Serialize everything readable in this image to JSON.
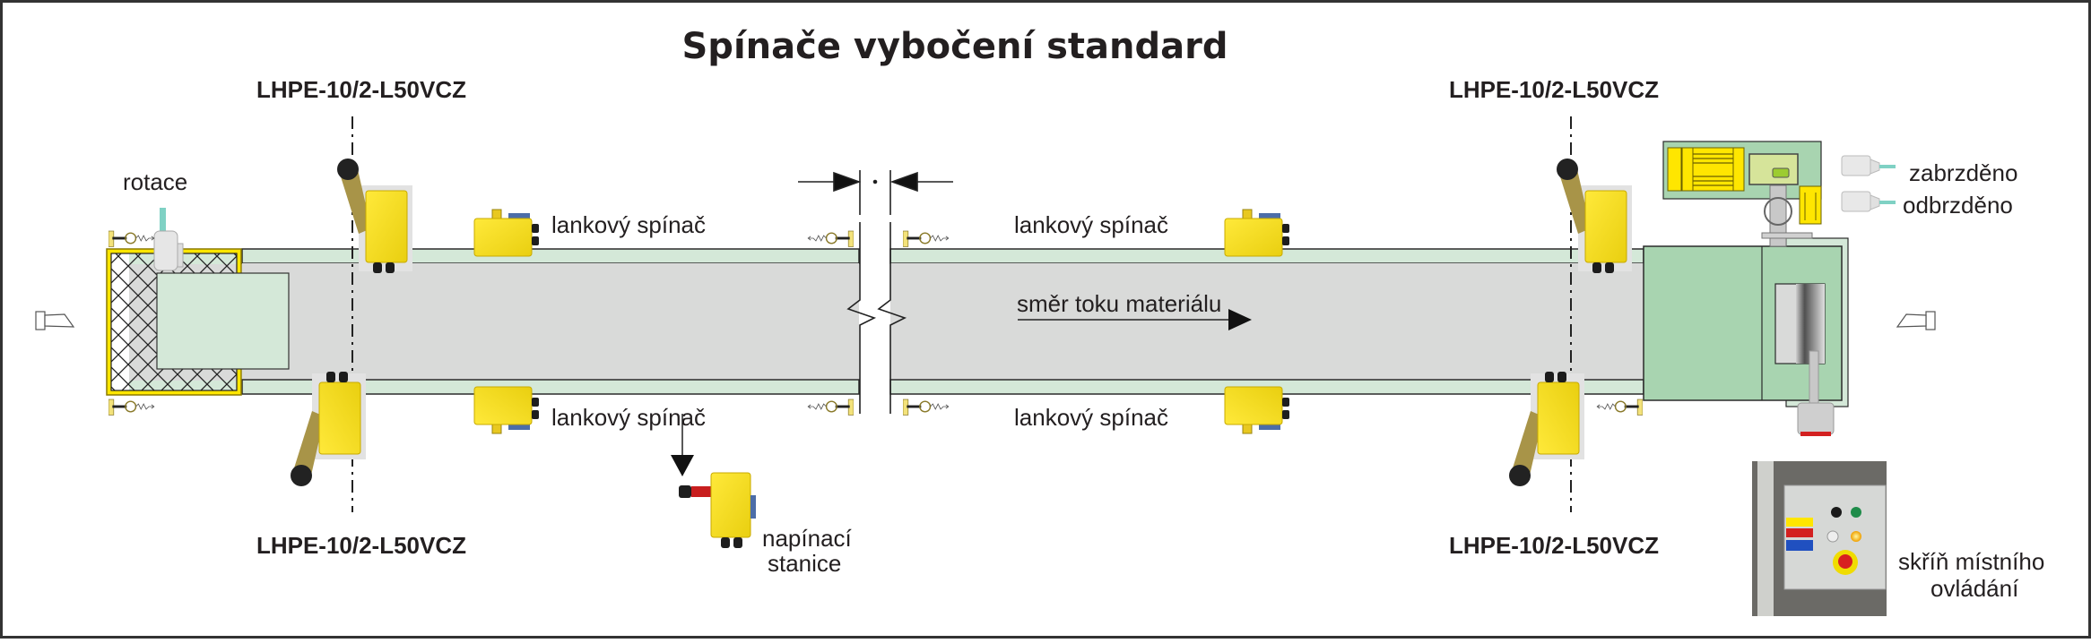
{
  "diagram": {
    "title": "Spínače vybočení standard",
    "labels": {
      "model_top_left": "LHPE-10/2-L50VCZ",
      "model_top_right": "LHPE-10/2-L50VCZ",
      "model_bottom_left": "LHPE-10/2-L50VCZ",
      "model_bottom_right": "LHPE-10/2-L50VCZ",
      "rotation": "rotace",
      "pull_cord_top_left": "lankový spínač",
      "pull_cord_top_right": "lankový spínač",
      "pull_cord_bottom_left": "lankový spínač",
      "pull_cord_bottom_right": "lankový spínač",
      "flow_direction": "směr toku materiálu",
      "tension_station_line1": "napínací",
      "tension_station_line2": "stanice",
      "braked": "zabrzděno",
      "released": "odbrzděno",
      "control_box_line1": "skříň místního",
      "control_box_line2": "ovládání"
    },
    "colors": {
      "belt": "#d9dad9",
      "frame_green": "#d4e8d8",
      "drive_green": "#a8d4b0",
      "switch_yellow": "#f6e12a",
      "guard_yellow": "#ffe600",
      "line": "#2b2b2b"
    }
  }
}
